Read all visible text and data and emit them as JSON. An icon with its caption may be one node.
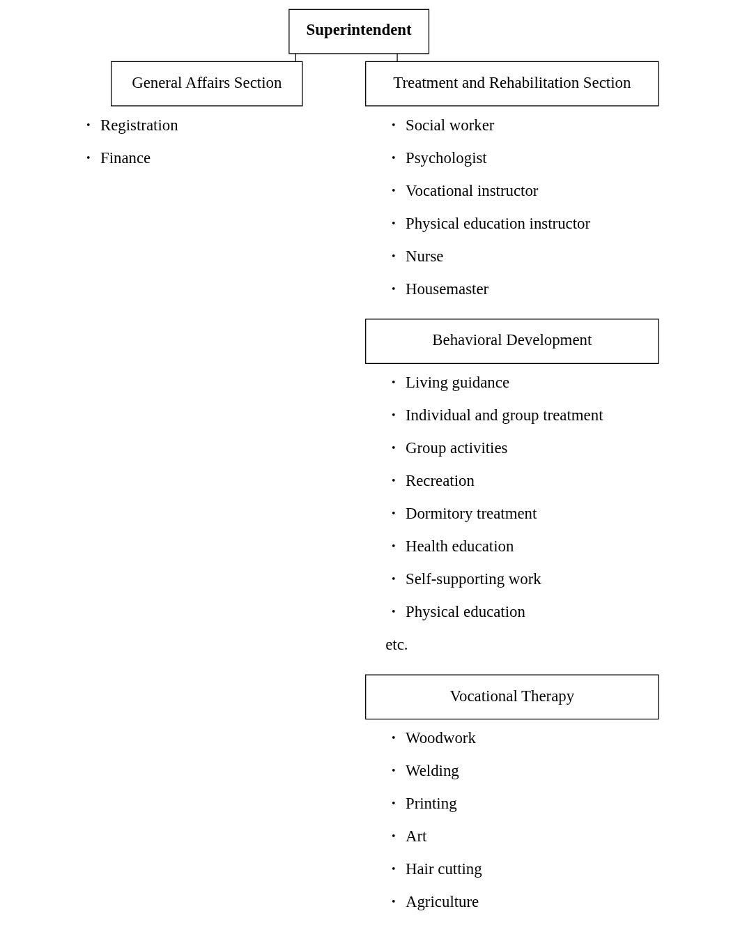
{
  "diagram": {
    "nodes": [
      {
        "text": [
          "Superintendent"
        ]
      },
      {
        "text": [
          "General Affairs Section"
        ]
      },
      {
        "text": [
          "Treatment and Rehabilitation Section"
        ]
      },
      {
        "text": [
          "Behavioral Development"
        ]
      },
      {
        "text": [
          "Vocational Therapy"
        ]
      }
    ],
    "edges": [
      {
        "from": 0,
        "to": 1,
        "arrow": "none"
      },
      {
        "from": 0,
        "to": 2,
        "arrow": "none"
      }
    ],
    "labels": [
      "・ Registration",
      "・ Finance",
      "・ Social worker",
      "・ Psychologist",
      "・ Vocational instructor",
      "・ Physical education instructor",
      "・ Nurse",
      "・ Housemaster",
      "・ Living guidance",
      "・ Individual and group treatment",
      "・ Group activities",
      "・ Recreation",
      "・ Dormitory treatment",
      "・ Health education",
      "・ Self-supporting work",
      "・ Physical education",
      "etc.",
      "・ Woodwork",
      "・ Welding",
      "・ Printing",
      "・ Art",
      "・ Hair cutting",
      "・ Agriculture"
    ]
  }
}
